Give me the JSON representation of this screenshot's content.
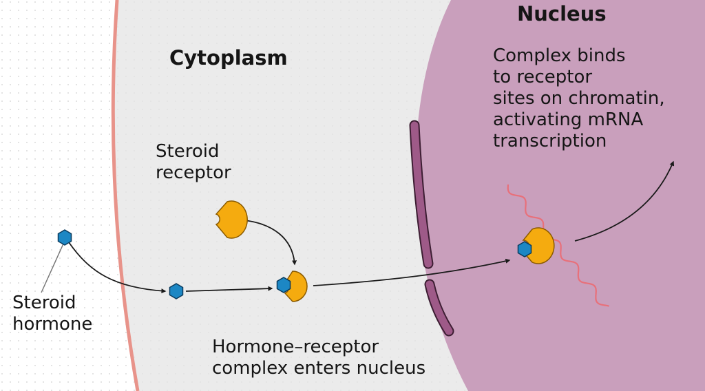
{
  "regions": {
    "cytoplasm": "Cytoplasm",
    "nucleus": "Nucleus"
  },
  "labels": {
    "steroid_hormone": [
      "Steroid",
      "hormone"
    ],
    "steroid_receptor": [
      "Steroid",
      "receptor"
    ],
    "complex_enters": [
      "Hormone–receptor",
      "complex enters nucleus"
    ],
    "complex_binds": [
      "Complex binds",
      "to receptor",
      "sites on chromatin,",
      "activating mRNA",
      "transcription"
    ]
  },
  "colors": {
    "outside": "#ffffff",
    "cytoplasm": "#ebebeb",
    "nucleus": "#c99fbc",
    "cell_membrane": "#e8938a",
    "nuclear_envelope": "#9e5a88",
    "hormone": "#1c87c4",
    "receptor": "#f5ab0f",
    "mrna_strand": "#e8707a",
    "arrow": "#1a1a1a"
  }
}
